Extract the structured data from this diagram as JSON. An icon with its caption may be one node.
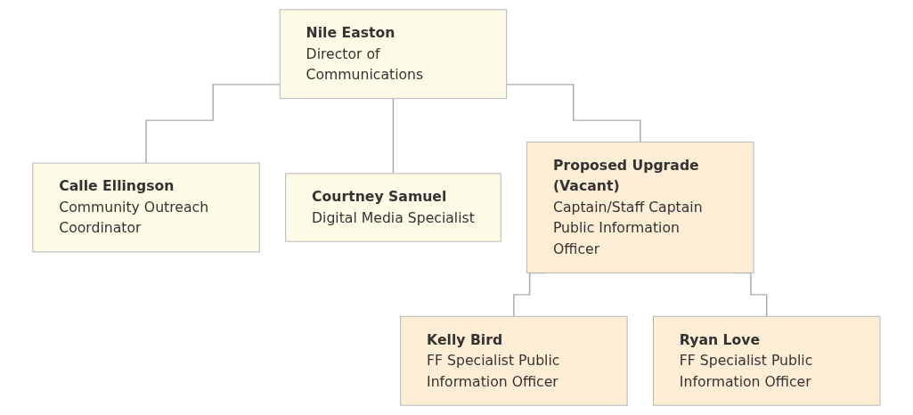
{
  "diagram": {
    "nodes": [
      {
        "text": [
          "Nile Easton",
          "Director of Communications"
        ]
      },
      {
        "text": [
          "Calle Ellingson",
          "Community Outreach Coordinator"
        ]
      },
      {
        "text": [
          "Courtney Samuel",
          "Digital Media Specialist"
        ]
      },
      {
        "text": [
          "Proposed Upgrade (Vacant)",
          "Captain/Staff Captain Public Information Officer"
        ]
      },
      {
        "text": [
          "Kelly Bird",
          "FF Specialist Public Information Officer"
        ]
      },
      {
        "text": [
          "Ryan Love",
          "FF Specialist Public Information Officer"
        ]
      }
    ],
    "edges": [
      {
        "from": 0,
        "to": 1,
        "arrow": "none"
      },
      {
        "from": 0,
        "to": 2,
        "arrow": "none"
      },
      {
        "from": 0,
        "to": 3,
        "arrow": "none"
      },
      {
        "from": 3,
        "to": 4,
        "arrow": "none"
      },
      {
        "from": 3,
        "to": 5,
        "arrow": "none"
      }
    ]
  }
}
